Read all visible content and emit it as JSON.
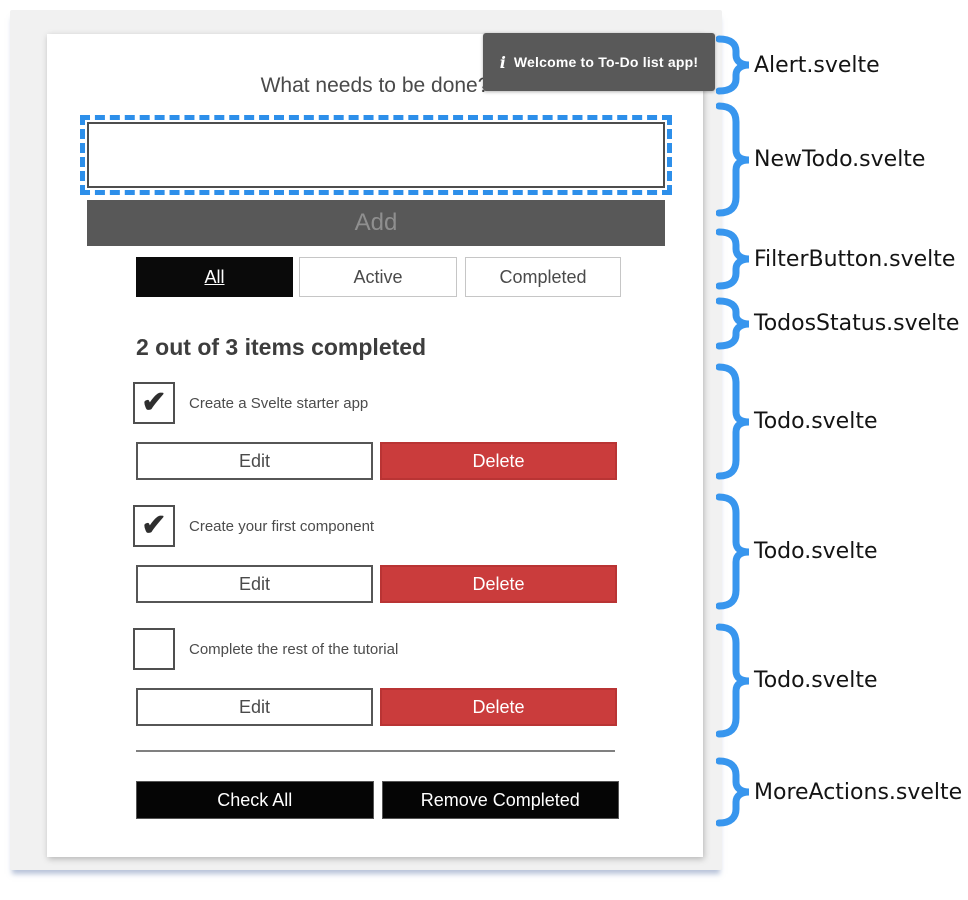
{
  "app": {
    "alert": {
      "icon_glyph": "i",
      "icon_name": "info-icon",
      "text": "Welcome to To-Do list app!"
    },
    "heading": "What needs to be done?",
    "new_todo": {
      "input_value": "",
      "add_label": "Add"
    },
    "filters": [
      {
        "label": "All",
        "selected": true
      },
      {
        "label": "Active",
        "selected": false
      },
      {
        "label": "Completed",
        "selected": false
      }
    ],
    "status": "2 out of 3 items completed",
    "todos": [
      {
        "label": "Create a Svelte starter app",
        "checked": true,
        "check_glyph": "✔",
        "edit_label": "Edit",
        "delete_label": "Delete"
      },
      {
        "label": "Create your first component",
        "checked": true,
        "check_glyph": "✔",
        "edit_label": "Edit",
        "delete_label": "Delete"
      },
      {
        "label": "Complete the rest of the tutorial",
        "checked": false,
        "check_glyph": "",
        "edit_label": "Edit",
        "delete_label": "Delete"
      }
    ],
    "more_actions": {
      "check_all_label": "Check All",
      "remove_completed_label": "Remove Completed"
    }
  },
  "annotations": [
    {
      "label": "Alert.svelte"
    },
    {
      "label": "NewTodo.svelte"
    },
    {
      "label": "FilterButton.svelte"
    },
    {
      "label": "TodosStatus.svelte"
    },
    {
      "label": "Todo.svelte"
    },
    {
      "label": "Todo.svelte"
    },
    {
      "label": "Todo.svelte"
    },
    {
      "label": "MoreActions.svelte"
    }
  ],
  "colors": {
    "brace_blue": "#3896ee",
    "focus_outline_blue": "#2d8fea",
    "danger_red": "#ca3c3c",
    "disabled_gray": "#585858",
    "tooltip_gray": "#595959",
    "button_black": "#050505"
  }
}
